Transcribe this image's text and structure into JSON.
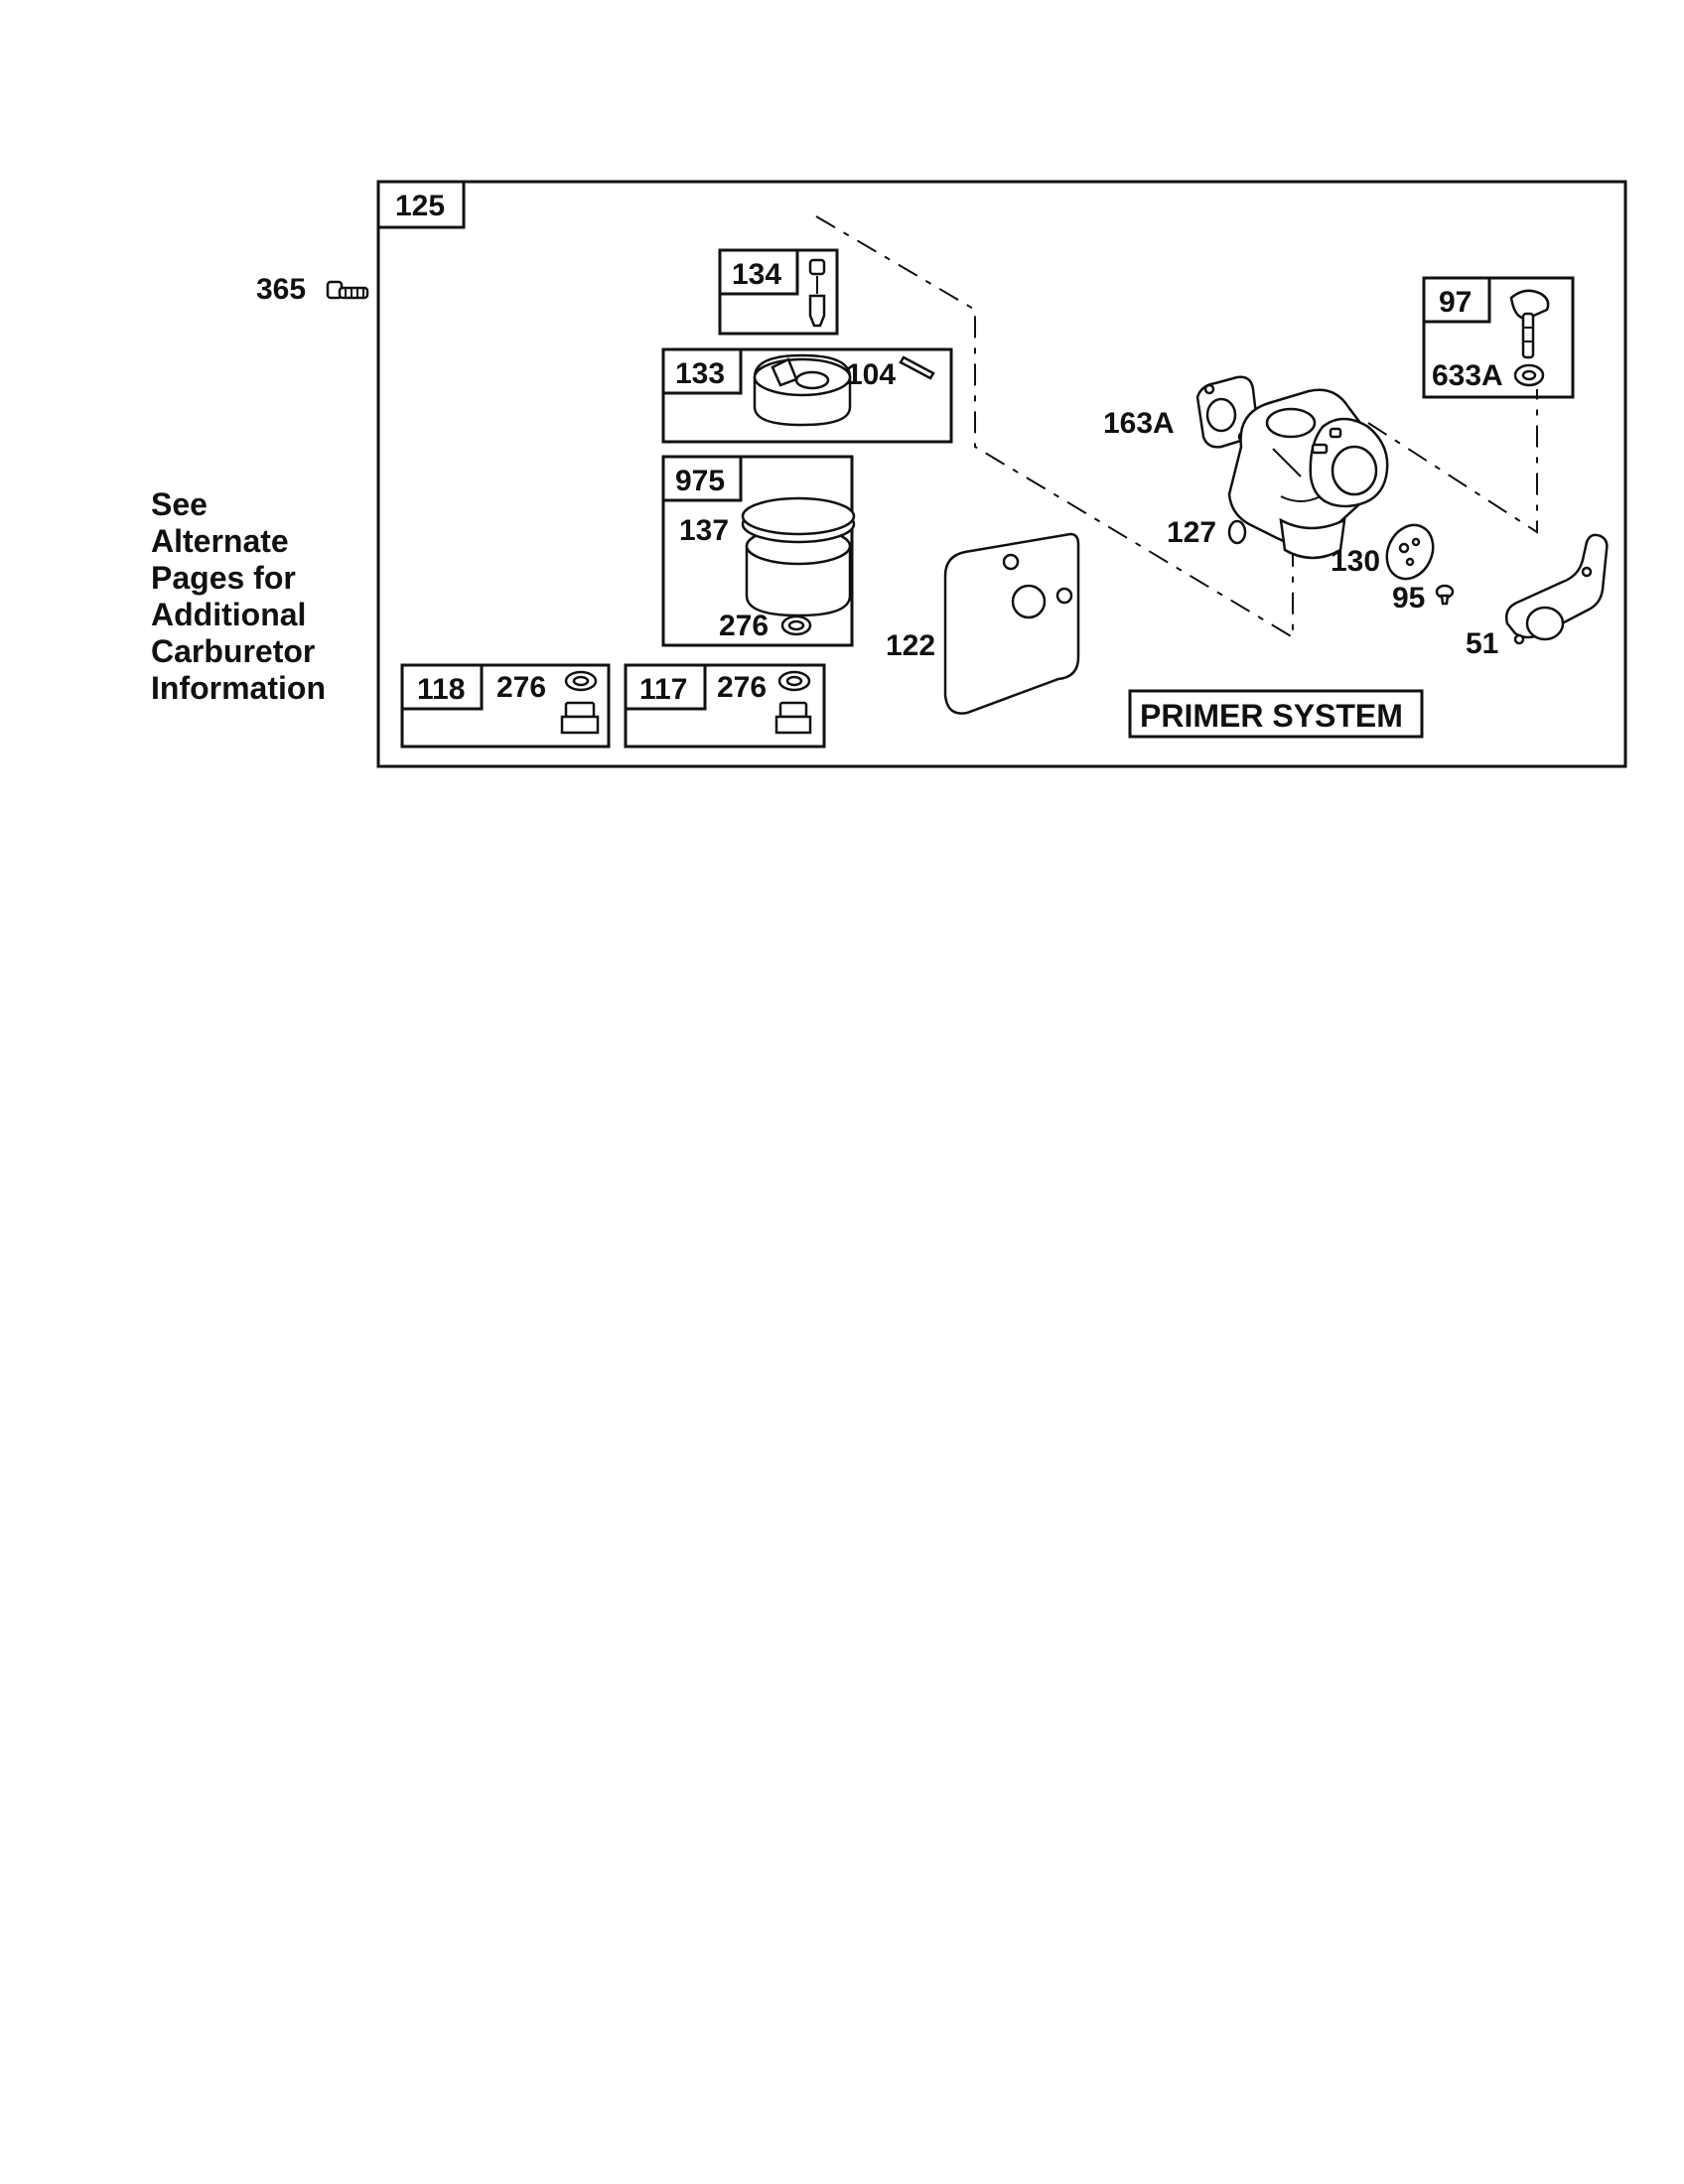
{
  "side_note": {
    "lines": [
      "See",
      "Alternate",
      "Pages for",
      "Additional",
      "Carburetor",
      "Information"
    ]
  },
  "callouts": {
    "c365": "365",
    "c125": "125",
    "c134": "134",
    "c133": "133",
    "c104": "104",
    "c975": "975",
    "c137": "137",
    "c276_a": "276",
    "c118": "118",
    "c276_b": "276",
    "c117": "117",
    "c276_c": "276",
    "c122": "122",
    "c163A": "163A",
    "c127": "127",
    "c130": "130",
    "c95": "95",
    "c51": "51",
    "c97": "97",
    "c633A": "633A"
  },
  "primer_system_label": "PRIMER SYSTEM"
}
